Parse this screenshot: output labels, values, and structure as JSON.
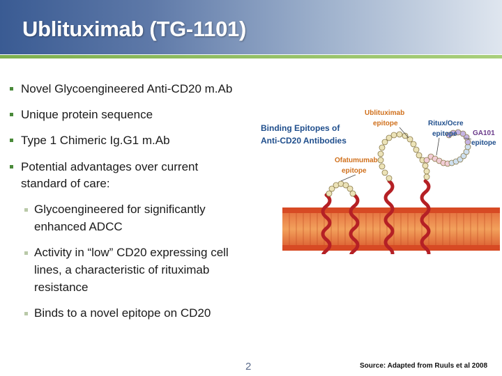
{
  "slide": {
    "title": "Ublituximab (TG-1101)",
    "page_number": "2",
    "source": "Source:  Adapted from Ruuls et al 2008"
  },
  "bullets": [
    {
      "level": 1,
      "lines": [
        "Novel Glycoengineered Anti-CD20 m.Ab"
      ]
    },
    {
      "level": 1,
      "lines": [
        "Unique protein sequence"
      ]
    },
    {
      "level": 1,
      "lines": [
        "Type 1 Chimeric Ig.G1 m.Ab"
      ]
    },
    {
      "level": 1,
      "lines": [
        "Potential advantages over current",
        "standard of care:"
      ]
    },
    {
      "level": 2,
      "lines": [
        "Glycoengineered for significantly",
        "enhanced ADCC"
      ]
    },
    {
      "level": 2,
      "lines": [
        "Activity in “low” CD20 expressing cell",
        "lines,  a characteristic of rituximab",
        "resistance"
      ]
    },
    {
      "level": 2,
      "lines": [
        "Binds to a novel epitope on CD20"
      ]
    }
  ],
  "diagram": {
    "heading": [
      "Binding Epitopes of",
      "Anti-CD20 Antibodies"
    ],
    "labels": {
      "ublituximab": [
        "Ublituximab",
        "epitope"
      ],
      "ritux": [
        "Ritux/Ocre",
        "epitope"
      ],
      "ga101": [
        "GA101",
        "epitope"
      ],
      "ofatumumab": [
        "Ofatumumab",
        "epitope"
      ]
    }
  },
  "colors": {
    "header_start": "#3a5b93",
    "accent_green": "#7db04e",
    "label_blue": "#1f4e8c",
    "label_orange": "#d0701c",
    "label_purple": "#6a3a8a",
    "membrane": "#d9552b",
    "helix": "#b52025"
  }
}
